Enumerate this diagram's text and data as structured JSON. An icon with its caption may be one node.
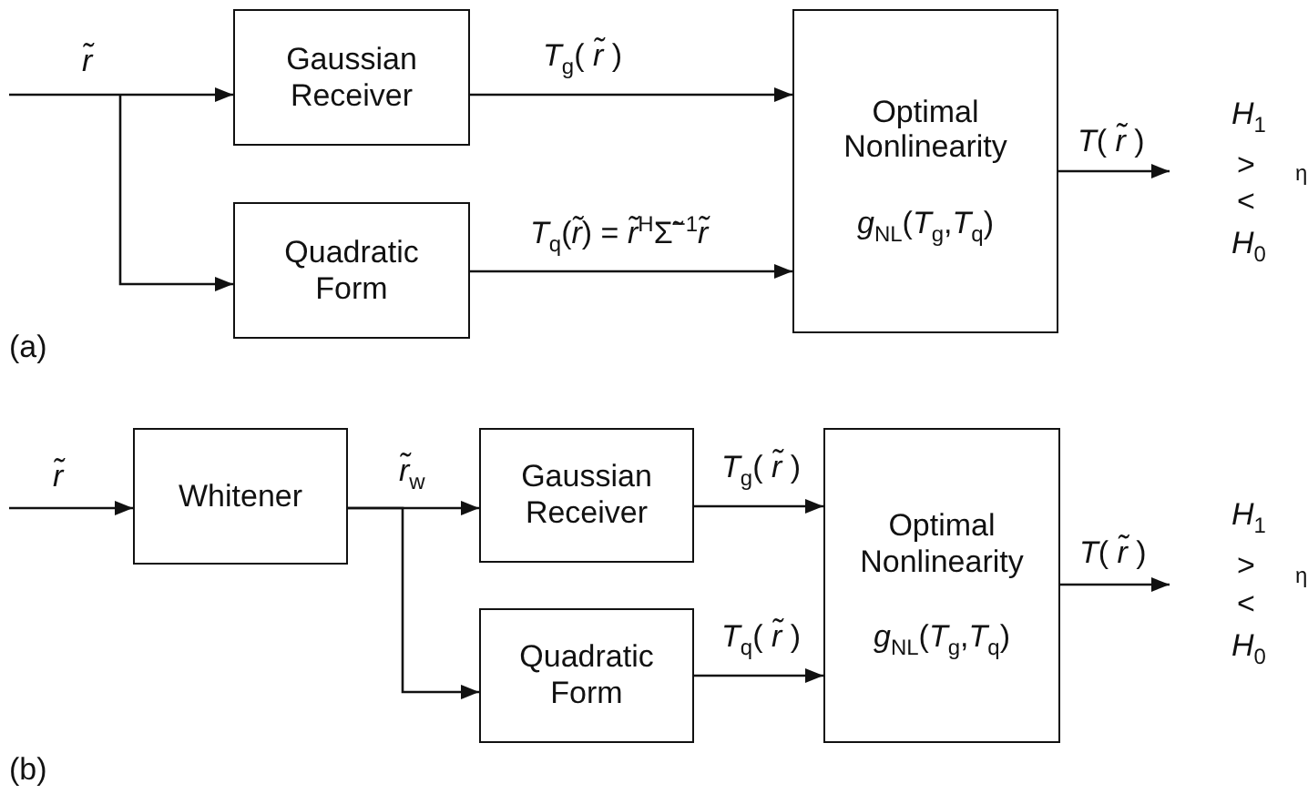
{
  "diagram": {
    "nodes": [
      {
        "text": [
          "Gaussian Receiver"
        ]
      },
      {
        "text": [
          "Quadratic Form"
        ]
      },
      {
        "text": [
          "Optimal Nonlinearity",
          "*g*$_{NL}$(*T*$_{g}$,*T*$_{q}$)"
        ]
      },
      {
        "text": [
          "Whitener"
        ]
      },
      {
        "text": [
          "Gaussian Receiver"
        ]
      },
      {
        "text": [
          "Quadratic Form"
        ]
      },
      {
        "text": [
          "Optimal Nonlinearity",
          "*g*$_{NL}$(*T*$_{g}$,*T*$_{q}$)"
        ]
      }
    ],
    "edges": [
      {
        "from": null,
        "to": 0,
        "arrow": "to",
        "label": "*r̃*"
      },
      {
        "from": null,
        "to": 1,
        "arrow": "to"
      },
      {
        "from": 0,
        "to": 2,
        "arrow": "to",
        "label": "*T*$_{g}$( *r̃* )"
      },
      {
        "from": 1,
        "to": 2,
        "arrow": "to",
        "label": "*T*$_{q}$(*r̃*) = *r̃*$^{H}$Σ̃$^{−1}$*r̃*"
      },
      {
        "from": 2,
        "to": null,
        "arrow": "to",
        "label": "*T*( *r̃* )"
      },
      {
        "from": null,
        "to": 3,
        "arrow": "to",
        "label": "*r̃*"
      },
      {
        "from": 3,
        "to": 4,
        "arrow": "to",
        "label": "*r̃*$_{w}$"
      },
      {
        "from": 3,
        "to": 5,
        "arrow": "to"
      },
      {
        "from": 4,
        "to": 6,
        "arrow": "to",
        "label": "*T*$_{g}$( *r̃* )"
      },
      {
        "from": 5,
        "to": 6,
        "arrow": "to",
        "label": "*T*$_{q}$( *r̃* )"
      },
      {
        "from": 6,
        "to": null,
        "arrow": "to",
        "label": "*T*( *r̃* )"
      }
    ],
    "labels": [
      "*H*$_{1}$",
      ">",
      "η",
      "<",
      "*H*$_{0}$",
      "(a)",
      "*H*$_{1}$",
      ">",
      "η",
      "<",
      "*H*$_{0}$",
      "(b)"
    ]
  }
}
